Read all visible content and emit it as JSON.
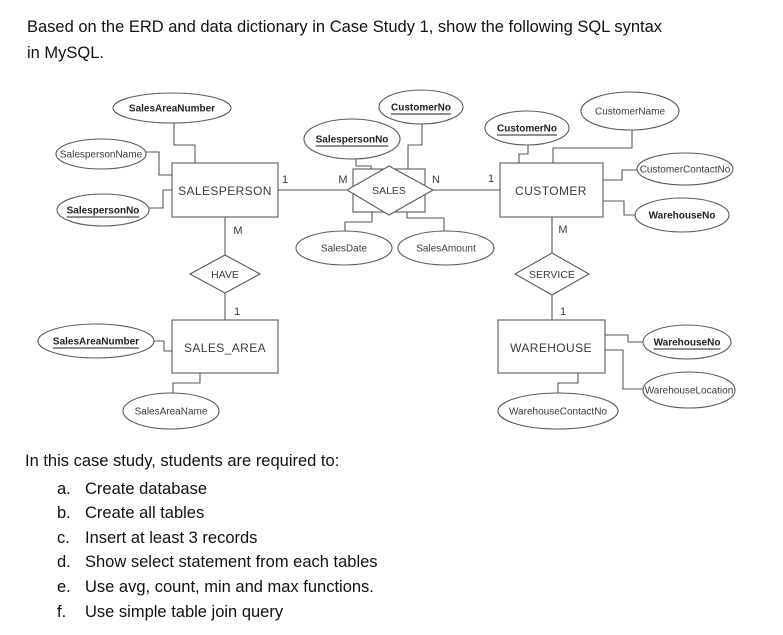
{
  "page": {
    "background": "#ffffff",
    "intro_line1": "Based on the ERD and data dictionary in Case Study 1, show the following SQL syntax",
    "intro_line2": "in MySQL."
  },
  "diagram": {
    "colors": {
      "line": "#5a5a5a",
      "text": "#3b3b3b",
      "background": "#ffffff"
    },
    "entities": {
      "salesperson": "SALESPERSON",
      "customer": "CUSTOMER",
      "sales_area": "SALES_AREA",
      "warehouse": "WAREHOUSE"
    },
    "relationships": {
      "sales": "SALES",
      "have": "HAVE",
      "service": "SERVICE"
    },
    "attributes": {
      "sales_area_number_top": "SalesAreaNumber",
      "salesperson_name": "SalespersonName",
      "salesperson_no_left": "SalespersonNo",
      "salesperson_no_mid": "SalespersonNo",
      "customer_no_mid": "CustomerNo",
      "customer_no_right": "CustomerNo",
      "customer_name": "CustomerName",
      "customer_contact_no": "CustomerContactNo",
      "warehouse_no_customer": "WarehouseNo",
      "sales_date": "SalesDate",
      "sales_amount": "SalesAmount",
      "sales_area_number_bottom": "SalesAreaNumber",
      "sales_area_name": "SalesAreaName",
      "warehouse_no_warehouse": "WarehouseNo",
      "warehouse_location": "WarehouseLocation",
      "warehouse_contact_no": "WarehouseContactNo"
    },
    "cardinalities": {
      "salesperson_sales": "1",
      "sales_m": "M",
      "sales_n": "N",
      "customer_sales": "1",
      "salesperson_have": "M",
      "have_sales_area": "1",
      "customer_service": "M",
      "service_warehouse": "1"
    }
  },
  "tasks": {
    "intro": "In this case study, students are required to:",
    "items": [
      {
        "letter": "a.",
        "text": "Create database"
      },
      {
        "letter": "b.",
        "text": "Create all tables"
      },
      {
        "letter": "c.",
        "text": "Insert at least 3 records"
      },
      {
        "letter": "d.",
        "text": "Show select statement from each tables"
      },
      {
        "letter": "e.",
        "text": "Use avg, count, min and max functions."
      },
      {
        "letter": "f.",
        "text": "Use simple table join query"
      }
    ]
  }
}
